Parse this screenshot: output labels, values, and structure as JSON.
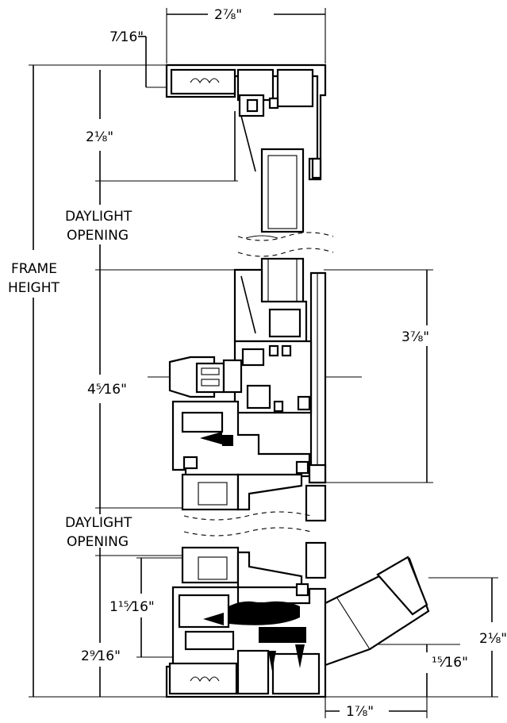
{
  "labels": {
    "frame_height": [
      "FRAME",
      "HEIGHT"
    ],
    "daylight_upper": [
      "DAYLIGHT",
      "OPENING"
    ],
    "daylight_lower": [
      "DAYLIGHT",
      "OPENING"
    ]
  },
  "dimensions": {
    "top_width": "2⅞\"",
    "top_offset": "7⁄16\"",
    "head_height": "2⅛\"",
    "meeting_rail": "4⁵⁄16\"",
    "right_upper": "3⅞\"",
    "sill_inner": "1¹⁵⁄16\"",
    "sill_height": "2⁹⁄16\"",
    "right_lower": "2⅛\"",
    "small_lower": "¹⁵⁄16\"",
    "bottom_width": "1⅞\""
  }
}
